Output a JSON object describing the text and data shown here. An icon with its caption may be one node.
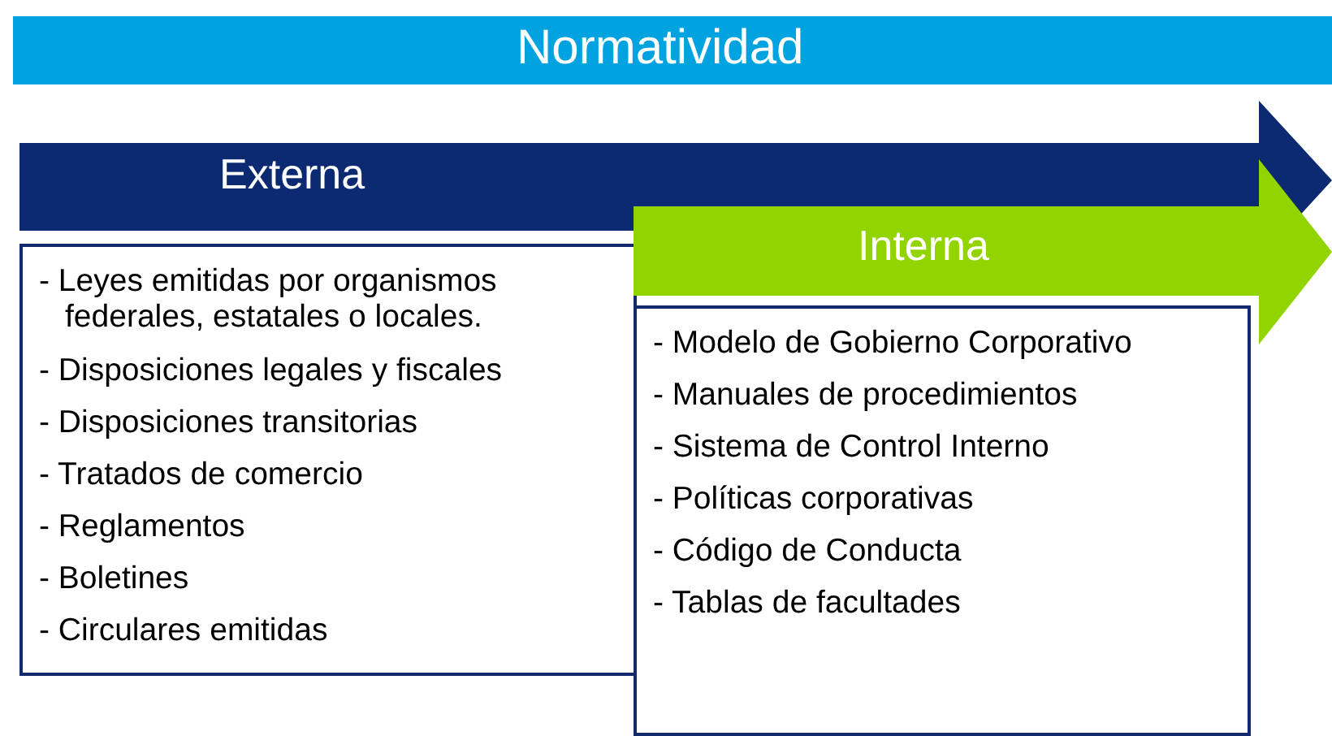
{
  "diagram": {
    "nodes": [
      {
        "text": [
          "Normatividad"
        ]
      },
      {
        "text": [
          "Externa"
        ]
      },
      {
        "text": [
          "- Leyes emitidas por organismos federales, estatales o locales.",
          "- Disposiciones legales y fiscales",
          "- Disposiciones transitorias",
          "- Tratados de comercio",
          "- Reglamentos",
          "- Boletines",
          "- Circulares emitidas"
        ]
      },
      {
        "text": [
          "Interna"
        ]
      },
      {
        "text": [
          "- Modelo de Gobierno Corporativo",
          "- Manuales de procedimientos",
          "- Sistema de Control Interno",
          "- Políticas corporativas",
          "- Código de Conducta",
          "- Tablas de facultades"
        ]
      }
    ]
  }
}
